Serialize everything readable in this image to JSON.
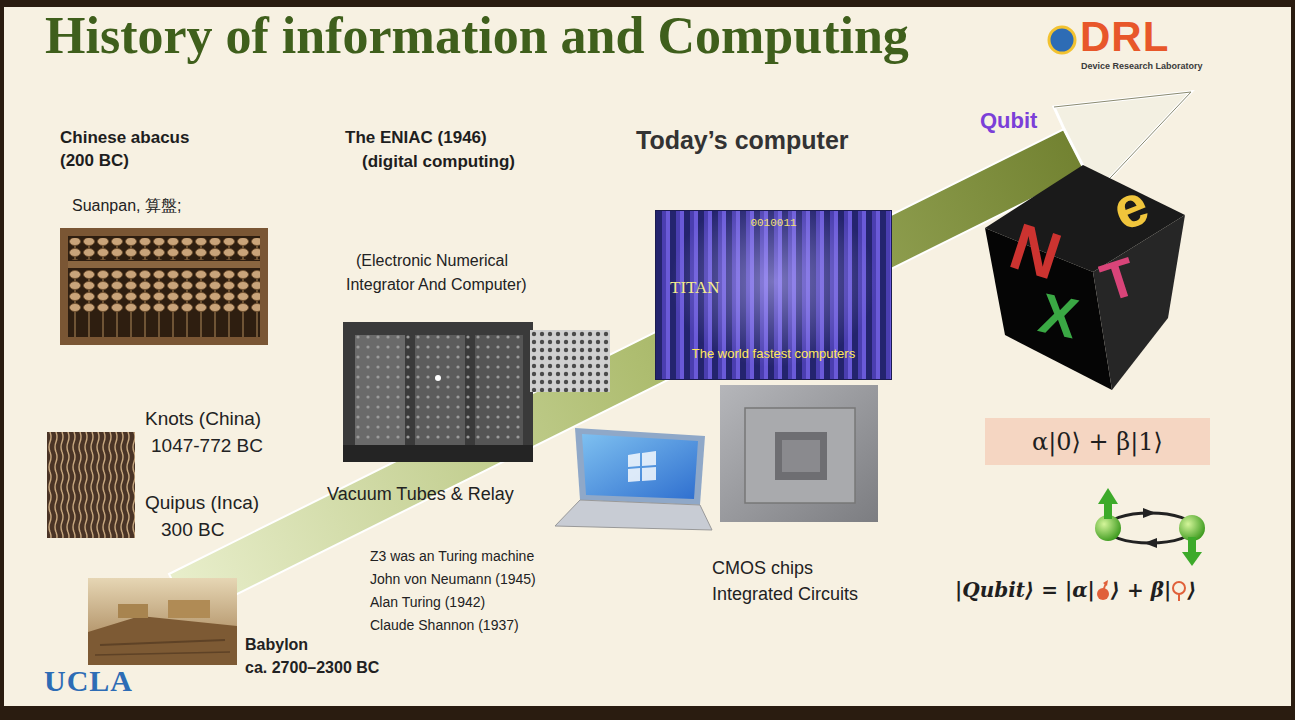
{
  "diagram": {
    "title": "History of information and Computing",
    "nodes": [
      {
        "text": [
          "0010011",
          "TITAN",
          "The world fastest computers"
        ]
      },
      {
        "text": [
          "α|0⟩ + β|1⟩"
        ]
      }
    ],
    "labels": [
      "DRL",
      "Device Research Laboratory",
      "Chinese abacus",
      "(200 BC)",
      "Suanpan, 算盤;",
      "The ENIAC (1946)",
      "(digital computing)",
      "(Electronic Numerical",
      "Integrator And Computer)",
      "Today’s computer",
      "Qubit",
      "N",
      "e",
      "X",
      "T",
      "Knots (China)",
      "1047-772 BC",
      "Quipus (Inca)",
      "300 BC",
      "Vacuum Tubes & Relay",
      "Z3 was an Turing machine",
      "John von Neumann (1945)",
      "Alan Turing (1942)",
      "Claude Shannon (1937)",
      "CMOS chips",
      "Integrated Circuits",
      "|Qubit⟩ = |α|",
      "⟩ + β|",
      "⟩",
      "Babylon",
      "ca. 2700–2300 BC",
      "UCLA"
    ]
  }
}
